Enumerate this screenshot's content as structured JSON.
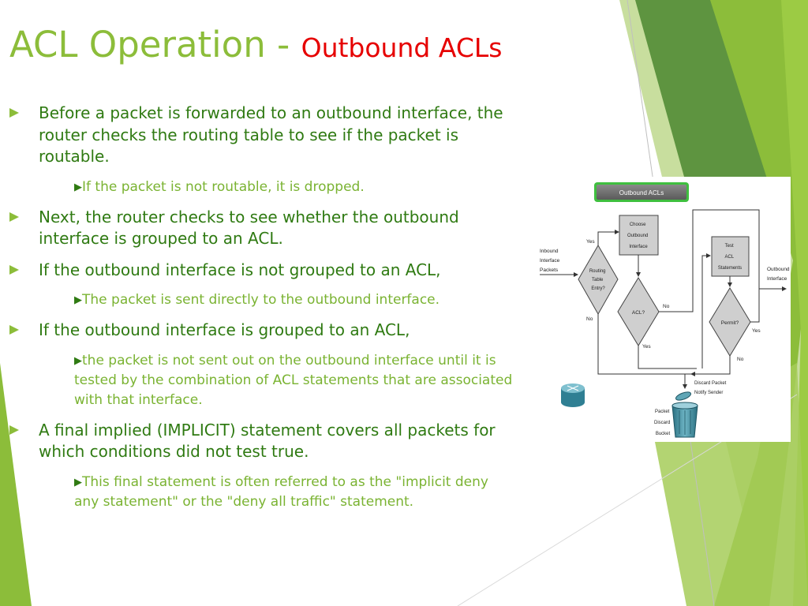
{
  "title": {
    "main": "ACL Operation - ",
    "sub": "Outbound ACLs"
  },
  "bullets": [
    {
      "level": 1,
      "text": "Before a packet is forwarded to an outbound interface, the router checks the routing table to see if the packet is routable."
    },
    {
      "level": 2,
      "text": "If the packet is not routable, it is dropped."
    },
    {
      "level": 1,
      "text": "Next, the router checks to see whether the outbound interface is grouped to an ACL."
    },
    {
      "level": 1,
      "text": "If the outbound interface is not grouped to an ACL,"
    },
    {
      "level": 2,
      "text": "The packet is sent directly to the outbound interface."
    },
    {
      "level": 1,
      "text": "If the outbound interface is grouped to an ACL,"
    },
    {
      "level": 2,
      "text": "the packet is not sent out on the outbound interface until it is tested by the combination of ACL statements that are associated with that interface."
    },
    {
      "level": 1,
      "text": "A final implied (IMPLICIT) statement covers all packets for which conditions did not test true."
    },
    {
      "level": 2,
      "text": "This final statement is often referred to as the \"implicit deny any statement\" or the \"deny all traffic\" statement."
    }
  ],
  "flowchart": {
    "header": "Outbound ACLs",
    "inbound": [
      "Inbound",
      "Interface",
      "Packets"
    ],
    "routing_table": [
      "Routing",
      "Table",
      "Entry?"
    ],
    "choose_outbound": [
      "Choose",
      "Outbound",
      "Interface"
    ],
    "acl": "ACL?",
    "test_acl": [
      "Test",
      "ACL",
      "Statements"
    ],
    "permit": "Permit?",
    "outbound": [
      "Outbound",
      "Interface"
    ],
    "discard": [
      "Discard Packet",
      "Notify Sender"
    ],
    "bucket": [
      "Packet",
      "Discard",
      "Bucket"
    ],
    "yes": "Yes",
    "no": "No"
  },
  "colors": {
    "title": "#8cbd3a",
    "subtitle": "#e60000",
    "level1_text": "#2f7a12",
    "level2_text": "#7ab332",
    "bullet": "#8cbd3a"
  },
  "icons": {
    "bullet": "triangle-bullet-icon",
    "router": "router-icon",
    "bucket": "discard-bucket-icon"
  }
}
